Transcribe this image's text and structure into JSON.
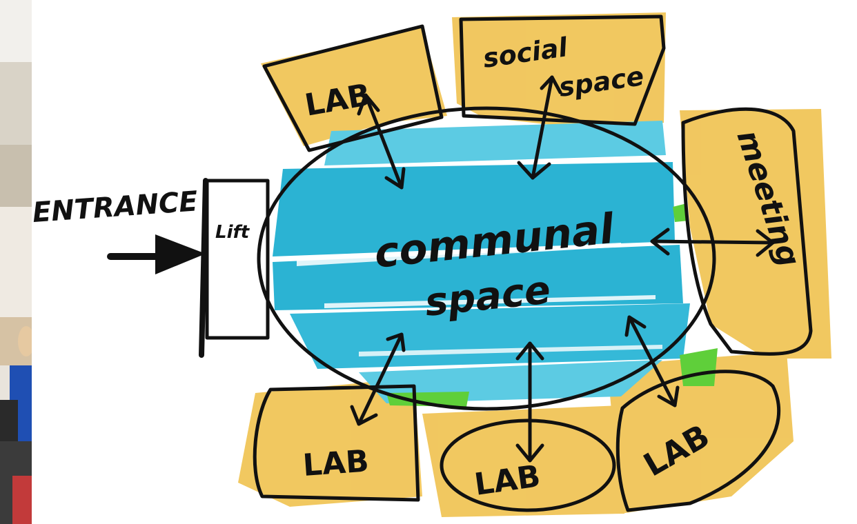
{
  "colors": {
    "ink": "#111111",
    "blue_wash": "#2bb3d3",
    "blue_light": "#5ccbe3",
    "yellow_wash": "#f0c24f",
    "green_accent": "#5fcf3a",
    "background": "#ffffff"
  },
  "photo_strip": {
    "icon": "photo-crop"
  },
  "diagram": {
    "entrance": {
      "label": "ENTRANCE"
    },
    "lift": {
      "label": "Lift"
    },
    "center": {
      "line1": "communal",
      "line2": "space"
    },
    "rooms": {
      "lab_top_left": "LAB",
      "social_space_line1": "social",
      "social_space_line2": "space",
      "meeting": "meeting",
      "lab_bottom_left": "LAB",
      "lab_bottom_center": "LAB",
      "lab_bottom_right": "LAB"
    }
  }
}
